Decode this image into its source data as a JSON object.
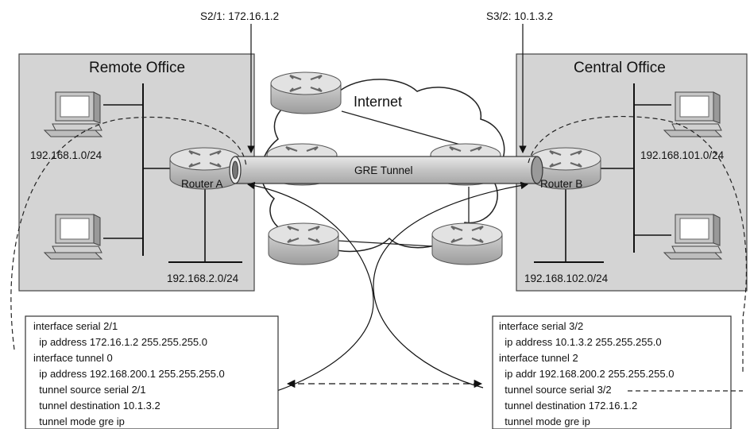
{
  "remote_office": {
    "title": "Remote Office",
    "lan1": "192.168.1.0/24",
    "lan2": "192.168.2.0/24",
    "router_label": "Router A",
    "interface_label": "S2/1: 172.16.1.2"
  },
  "central_office": {
    "title": "Central Office",
    "lan1": "192.168.101.0/24",
    "lan2": "192.168.102.0/24",
    "router_label": "Router B",
    "interface_label": "S3/2: 10.1.3.2"
  },
  "internet": {
    "label": "Internet"
  },
  "tunnel": {
    "label": "GRE Tunnel"
  },
  "config_a": [
    "interface serial 2/1",
    "  ip address 172.16.1.2 255.255.255.0",
    "interface tunnel 0",
    "  ip address 192.168.200.1 255.255.255.0",
    "  tunnel source serial 2/1",
    "  tunnel destination 10.1.3.2",
    "  tunnel mode gre ip"
  ],
  "config_b": [
    "interface serial 3/2",
    "  ip address 10.1.3.2 255.255.255.0",
    "interface tunnel 2",
    "  ip addr 192.168.200.2 255.255.255.0",
    "  tunnel source serial 3/2",
    "  tunnel destination 172.16.1.2",
    "  tunnel mode gre ip"
  ],
  "colors": {
    "office_fill": "#d4d4d4",
    "router_body": "#b8b8b8",
    "tunnel_fill": "#c8c8c8",
    "cloud_fill": "#ffffff",
    "line": "#111111"
  }
}
